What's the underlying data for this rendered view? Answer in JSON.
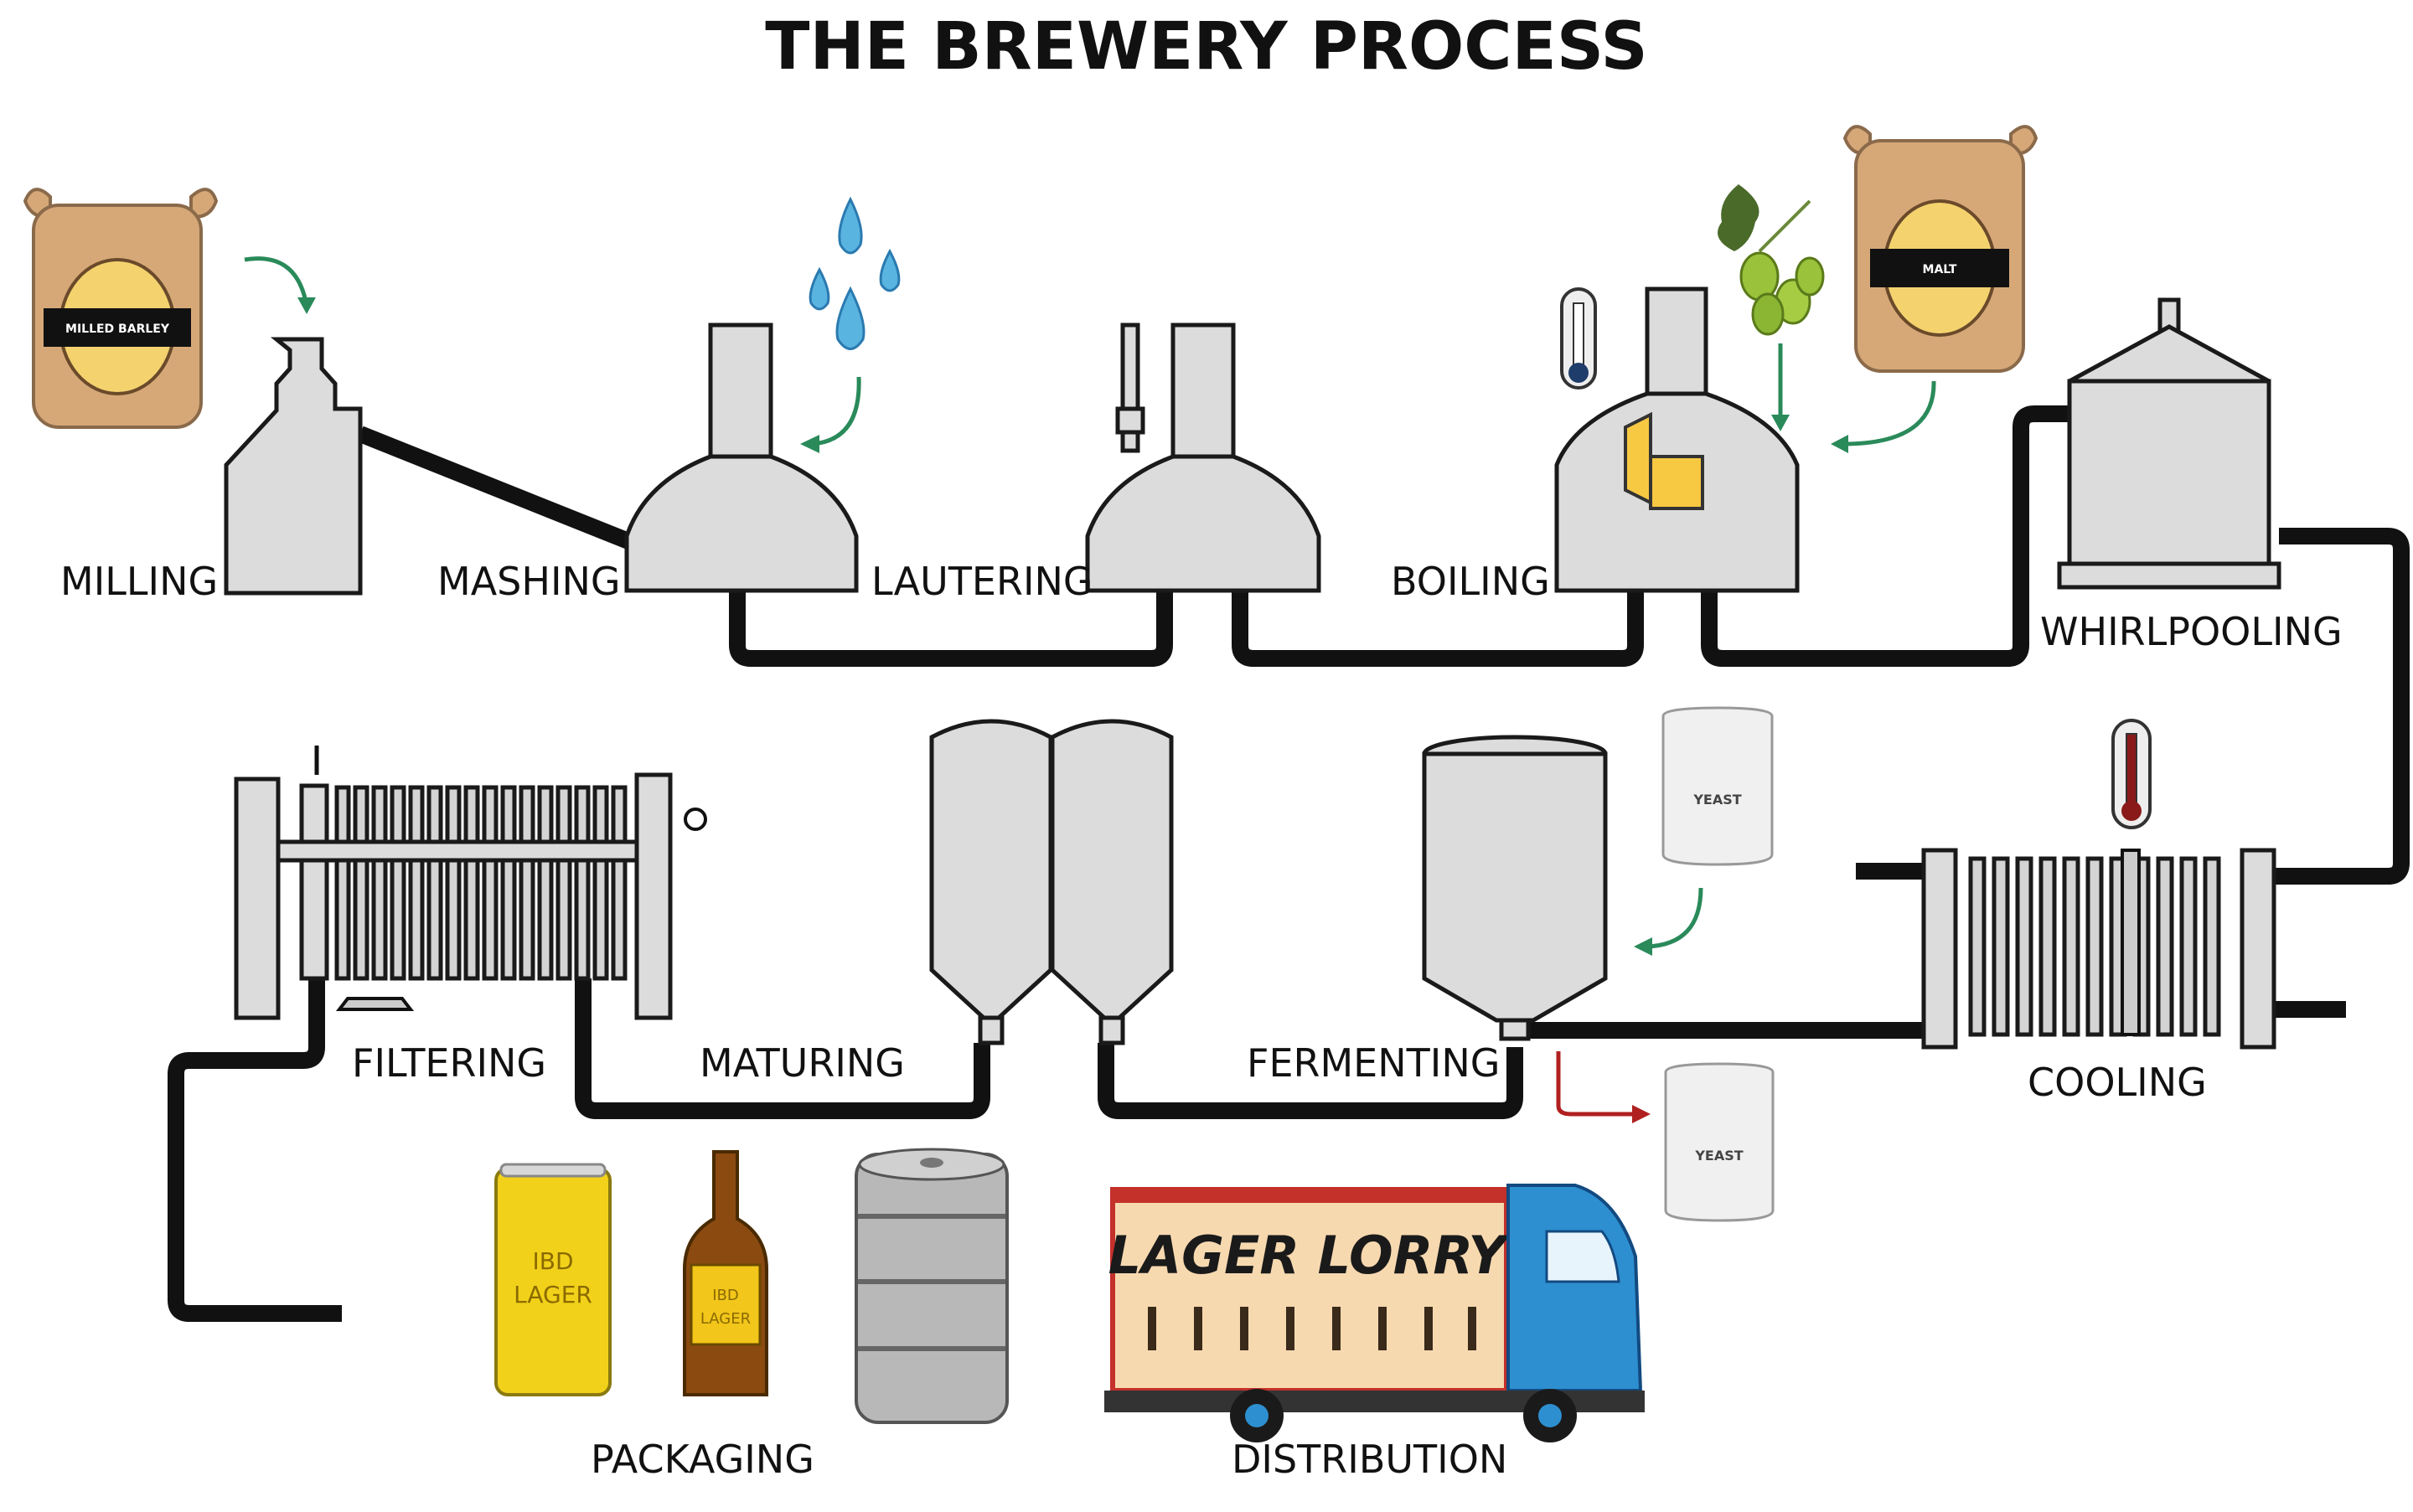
{
  "title": "THE BREWERY PROCESS",
  "stages": {
    "milling": "MILLING",
    "mashing": "MASHING",
    "lautering": "LAUTERING",
    "boiling": "BOILING",
    "whirlpooling": "WHIRLPOOLING",
    "cooling": "COOLING",
    "fermenting": "FERMENTING",
    "maturing": "MATURING",
    "filtering": "FILTERING",
    "packaging": "PACKAGING",
    "distribution": "DISTRIBUTION"
  },
  "lorry_text": "LAGER LORRY",
  "can_text": [
    "IBD",
    "LAGER"
  ],
  "colors": {
    "pipe": "#111111",
    "tank": "#dcdcdc",
    "input_arrow": "#2a8a5a",
    "output_arrow": "#b02020",
    "water": "#5ab4e0",
    "sack": "#d6a878",
    "can": "#f2d11a",
    "lorry_body": "#f7d9b0",
    "lorry_cab": "#2d8fd0"
  },
  "icons": [
    "malt-sack-icon",
    "water-drops-icon",
    "thermometer-icon",
    "hops-icon",
    "yeast-container-icon",
    "can-icon",
    "bottle-icon",
    "keg-icon",
    "lorry-icon"
  ]
}
